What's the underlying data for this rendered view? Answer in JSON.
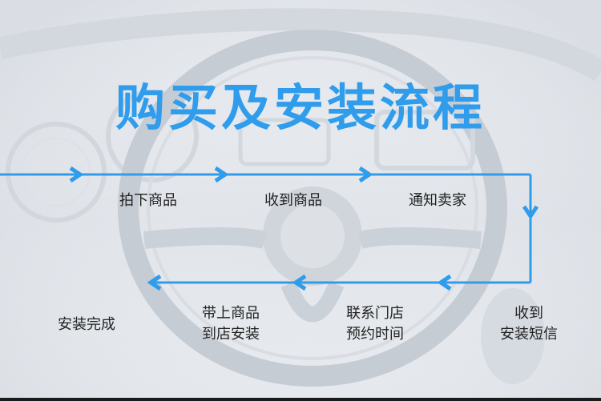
{
  "title": "购买及安装流程",
  "colors": {
    "accent": "#2f9cec",
    "title": "#2f9cec",
    "text": "#222222"
  },
  "icons": {
    "row_top": "chevron-right-icon",
    "turn": "chevron-down-icon",
    "row_bottom": "chevron-left-icon"
  },
  "steps": [
    {
      "label": "拍下商品"
    },
    {
      "label": "收到商品"
    },
    {
      "label": "通知卖家"
    },
    {
      "label": "收到\n安装短信"
    },
    {
      "label": "联系门店\n预约时间"
    },
    {
      "label": "带上商品\n到店安装"
    },
    {
      "label": "安装完成"
    }
  ]
}
